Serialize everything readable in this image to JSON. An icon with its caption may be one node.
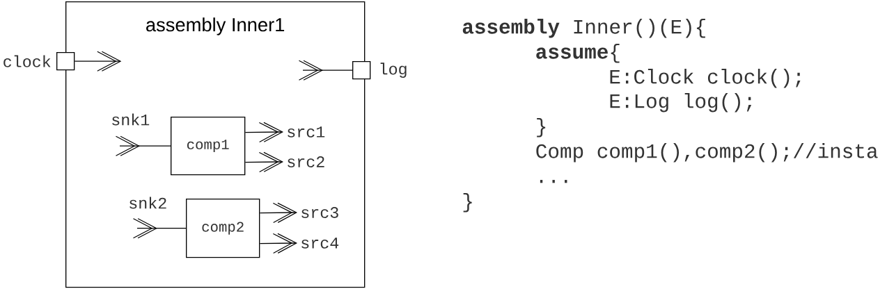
{
  "diagram": {
    "nodes": [
      {
        "text": [
          "assembly Inner1"
        ]
      },
      {
        "text": [],
        "shape": "box",
        "beside": [
          "clock"
        ]
      },
      {
        "text": [],
        "shape": "box",
        "beside": [
          "log"
        ]
      },
      {
        "text": [
          "comp1"
        ],
        "in": 0
      },
      {
        "text": [
          "src1"
        ],
        "in": 0
      },
      {
        "text": [
          "src2"
        ],
        "in": 0
      },
      {
        "text": [
          "comp2"
        ],
        "in": 0
      },
      {
        "text": [
          "src3"
        ],
        "in": 0
      },
      {
        "text": [
          "src4"
        ],
        "in": 0
      }
    ],
    "edges": [
      {
        "from": 1,
        "to": null,
        "arrow": "to"
      },
      {
        "from": 2,
        "to": null,
        "arrow": "to"
      },
      {
        "from": 3,
        "to": null,
        "arrow": "to"
      },
      {
        "from": 3,
        "to": 4,
        "arrow": "to"
      },
      {
        "from": 3,
        "to": 5,
        "arrow": "to"
      },
      {
        "from": 6,
        "to": null,
        "arrow": "to"
      },
      {
        "from": 6,
        "to": 7,
        "arrow": "to"
      },
      {
        "from": 6,
        "to": 8,
        "arrow": "to"
      }
    ],
    "labels": [
      "snk1",
      "snk2",
      "**assembly** Inner()(E){",
      "**assume**{",
      "E:Clock clock();",
      "E:Log log();",
      "}",
      "Comp comp1(),comp2();//insta",
      "...",
      "}"
    ]
  }
}
